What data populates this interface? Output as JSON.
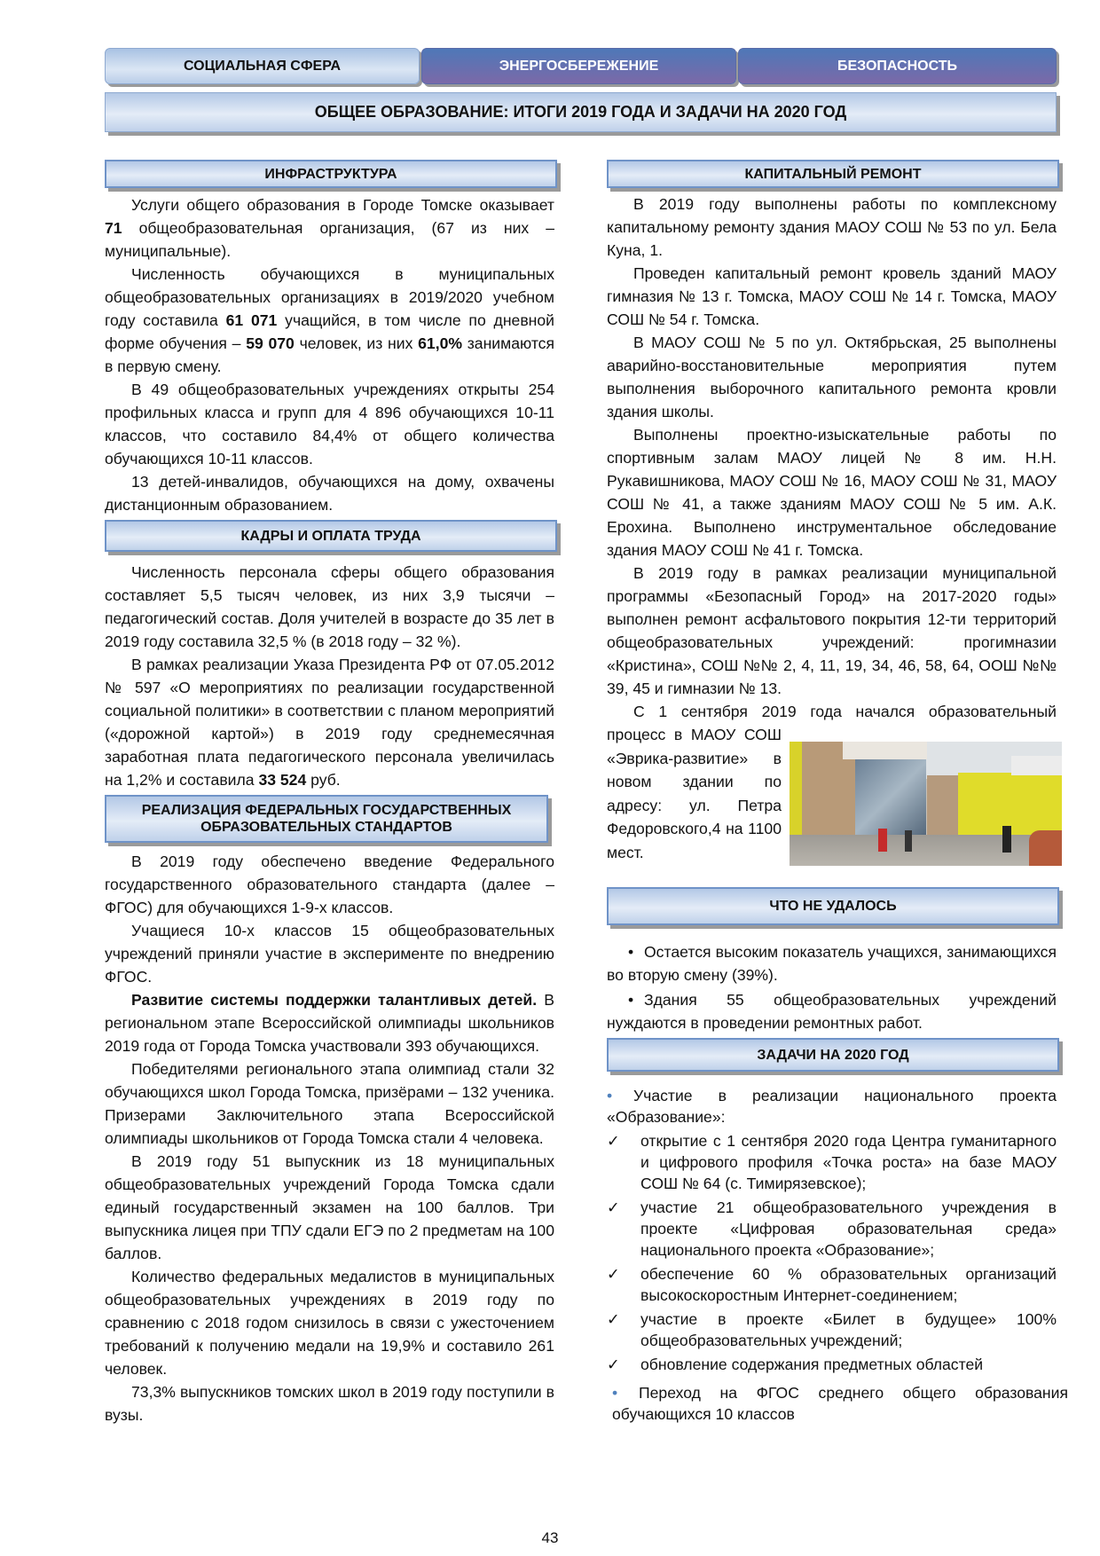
{
  "tabs": [
    "СОЦИАЛЬНАЯ СФЕРА",
    "ЭНЕРГОСБЕРЕЖЕНИЕ",
    "БЕЗОПАСНОСТЬ"
  ],
  "title": "ОБЩЕЕ ОБРАЗОВАНИЕ: ИТОГИ 2019 ГОДА И ЗАДАЧИ НА 2020 ГОД",
  "left": {
    "infra_header": "ИНФРАСТРУКТУРА",
    "infra": [
      [
        "Услуги общего образования в Городе Томске оказывает ",
        "71",
        " общеобразовательная организация, (67 из них – муниципальные)."
      ],
      [
        "Численность обучающихся в муниципальных общеобразовательных организациях в 2019/2020 учебном году составила ",
        "61 071",
        " учащийся, в том числе по дневной форме обучения – ",
        "59 070",
        " человек, из них ",
        "61,0%",
        " занимаются в первую смену."
      ],
      [
        "В 49 общеобразовательных учреждениях открыты 254 профильных класса и групп для 4 896 обучающихся 10-11 классов, что составило 84,4% от общего количества обучающихся 10-11 классов."
      ],
      [
        "13 детей-инвалидов, обучающихся на дому, охвачены дистанционным образованием."
      ]
    ],
    "staff_header": "КАДРЫ И ОПЛАТА ТРУДА",
    "staff": [
      [
        "Численность персонала сферы общего образования составляет 5,5 тысяч человек, из них 3,9 тысячи – педагогический состав. Доля учителей в возрасте до 35 лет в 2019 году составила 32,5 % (в 2018 году – 32 %)."
      ],
      [
        "В рамках реализации Указа Президента РФ от 07.05.2012 № 597 «О мероприятиях по реализации государственной социальной политики» в соответствии с планом мероприятий («дорожной картой») в 2019 году среднемесячная заработная плата педагогического персонала увеличилась на 1,2% и составила ",
        "33 524",
        " руб."
      ]
    ],
    "fgos_header": "РЕАЛИЗАЦИЯ ФЕДЕРАЛЬНЫХ ГОСУДАРСТВЕННЫХ ОБРАЗОВАТЕЛЬНЫХ СТАНДАРТОВ",
    "fgos": [
      [
        "В 2019 году обеспечено введение Федерального государственного образовательного стандарта (далее – ФГОС) для обучающихся 1-9-х классов."
      ],
      [
        "Учащиеся 10-х классов 15 общеобразовательных учреждений приняли участие в эксперименте по внедрению ФГОС."
      ],
      [
        "Развитие системы поддержки талантливых детей.",
        " В региональном этапе Всероссийской олимпиады школьников 2019 года от Города Томска участвовали 393 обучающихся."
      ],
      [
        "Победителями регионального этапа олимпиад стали 32 обучающихся школ Города Томска, призёрами – 132 ученика. Призерами Заключительного этапа Всероссийской олимпиады школьников от Города Томска стали 4 человека."
      ],
      [
        "В 2019 году 51 выпускник из 18 муниципальных общеобразовательных учреждений Города Томска сдали единый государственный экзамен на 100 баллов. Три выпускника лицея при ТПУ сдали ЕГЭ по 2 предметам на 100 баллов."
      ],
      [
        "Количество федеральных медалистов в муниципальных общеобразовательных учреждениях в 2019 году по сравнению с 2018 годом снизилось в связи с ужесточением требований к получению медали на 19,9% и составило 261 человек."
      ],
      [
        "73,3% выпускников томских школ в 2019 году поступили в вузы."
      ]
    ]
  },
  "right": {
    "repair_header": "КАПИТАЛЬНЫЙ РЕМОНТ",
    "repair": [
      "В 2019 году выполнены работы по комплексному капитальному ремонту здания МАОУ СОШ № 53 по ул. Бела Куна, 1.",
      "Проведен капитальный ремонт кровель зданий МАОУ гимназия № 13 г. Томска, МАОУ СОШ № 14 г. Томска, МАОУ СОШ № 54 г. Томска.",
      "В МАОУ СОШ № 5 по ул. Октябрьская, 25 выполнены аварийно-восстановительные мероприятия путем выполнения выборочного капитального ремонта кровли здания школы.",
      "Выполнены проектно-изыскательные работы по спортивным залам МАОУ лицей № 8 им. Н.Н. Рукавишникова, МАОУ СОШ № 16, МАОУ СОШ № 31, МАОУ СОШ № 41, а также зданиям МАОУ СОШ № 5 им. А.К. Ерохина. Выполнено инструментальное обследование здания МАОУ СОШ № 41 г. Томска.",
      "В 2019 году в рамках реализации муниципальной программы «Безопасный Город» на 2017-2020 годы» выполнен ремонт асфальтового покрытия 12-ти территорий общеобразовательных учреждений: прогимназии «Кристина», СОШ №№ 2, 4, 11, 19, 34, 46, 58, 64, ООШ №№ 39, 45 и гимназии № 13.",
      "С 1 сентября 2019 года начался образовательный"
    ],
    "new_school_text": "процесс в МАОУ СОШ «Эврика-развитие» в новом здании по адресу: ул. Петра Федоровского,4 на 1100 мест.",
    "fail_header": "ЧТО НЕ УДАЛОСЬ",
    "fails": [
      "Остается высоким показатель учащихся, занимающихся во вторую смену (39%).",
      "Здания 55 общеобразовательных учреждений нуждаются в проведении ремонтных работ."
    ],
    "tasks_header": "ЗАДАЧИ НА 2020 ГОД",
    "task1": "Участие в реализации национального проекта «Образование»:",
    "checks": [
      "открытие с 1 сентября 2020 года Центра гуманитарного и цифрового профиля «Точка роста» на базе МАОУ СОШ № 64 (с. Тимирязевское);",
      "участие 21 общеобразовательного учреждения в проекте «Цифровая образовательная среда» национального проекта «Образование»;",
      "обеспечение 60 % образовательных организаций высокоскоростным Интернет-соединением;",
      "участие в проекте «Билет в будущее» 100% общеобразовательных учреждений;",
      "обновление содержания предметных областей"
    ],
    "task2": "Переход на ФГОС среднего общего образования обучающихся 10 классов"
  },
  "page_number": "43",
  "colors": {
    "bullet": "#4f81bd",
    "header_border": "#6f93c8",
    "tab_purple": "#7b69a8"
  }
}
